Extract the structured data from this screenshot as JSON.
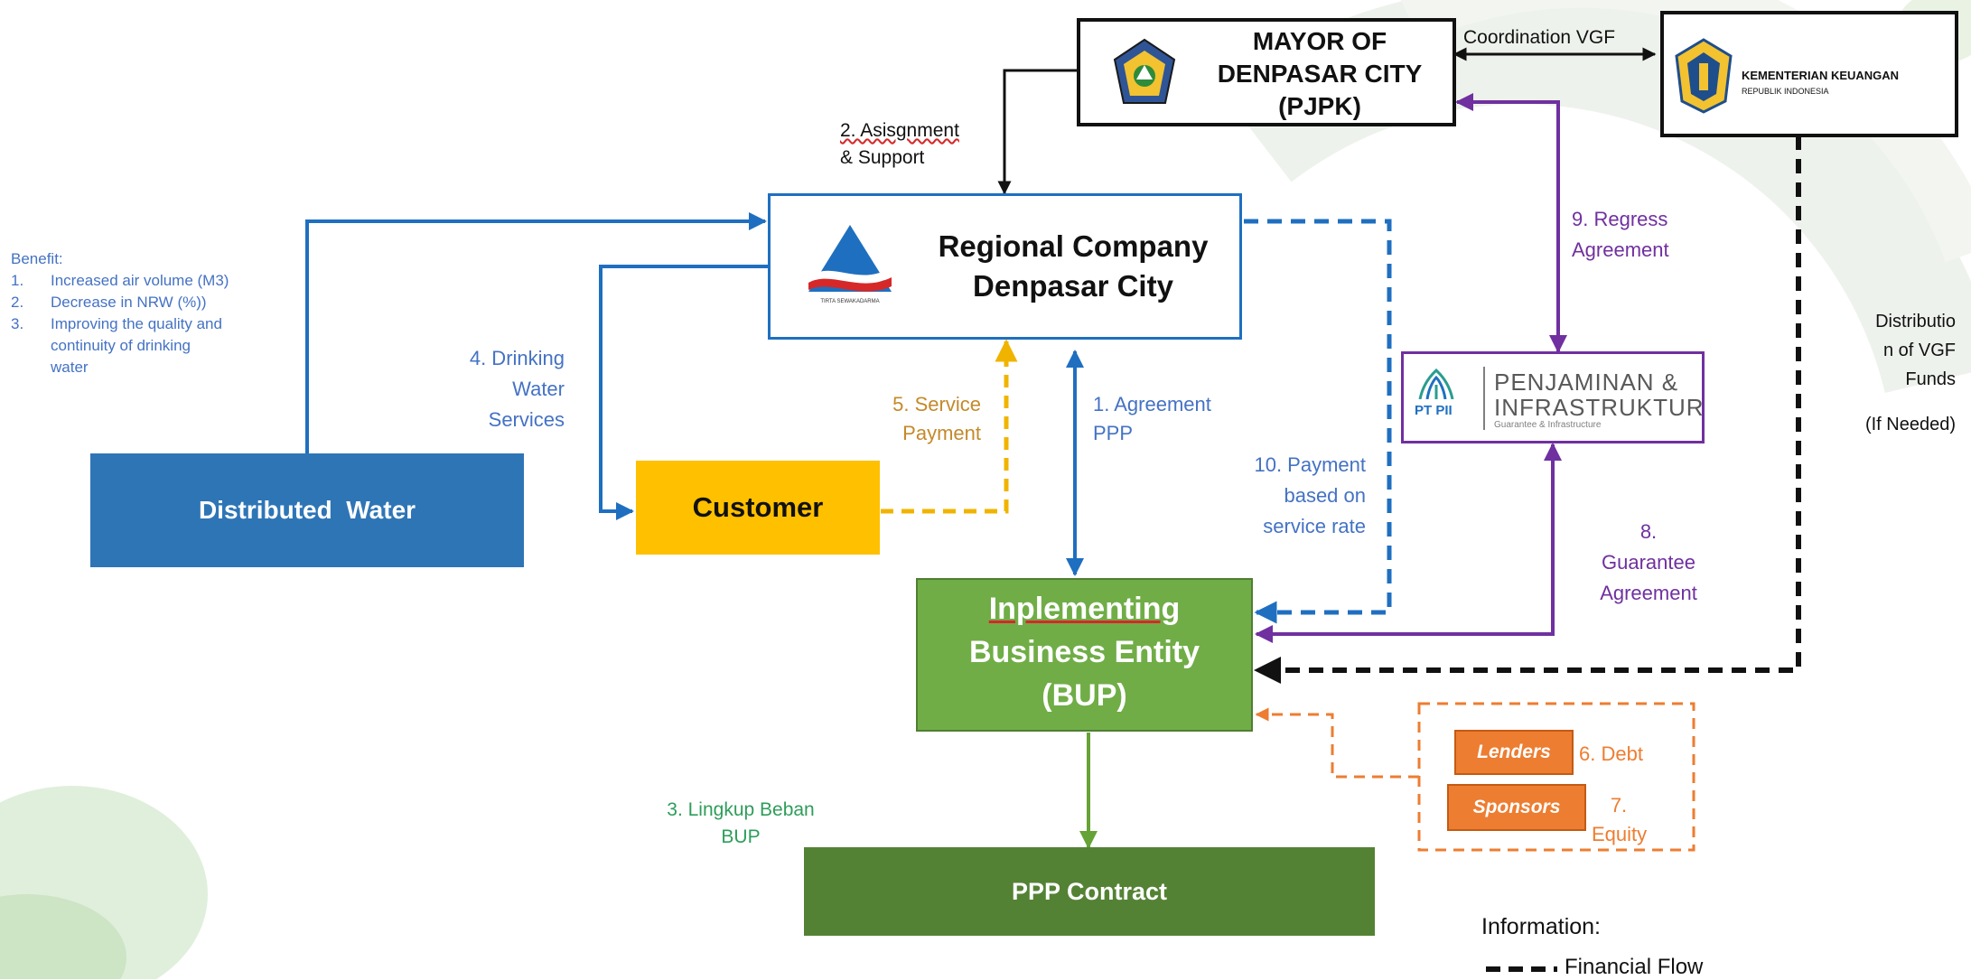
{
  "benefit": {
    "title": "Benefit:",
    "items": [
      {
        "num": "1.",
        "text": "Increased air volume (M3)"
      },
      {
        "num": "2.",
        "text": "Decrease in NRW (%))"
      },
      {
        "num": "3.",
        "text": "Improving the quality and"
      },
      {
        "num": "",
        "text": "continuity of drinking"
      },
      {
        "num": "",
        "text": "water"
      }
    ]
  },
  "nodes": {
    "mayor": {
      "line1": "MAYOR OF",
      "line2": "DENPASAR CITY",
      "line3": "(PJPK)"
    },
    "kemenkeu": {
      "line1": "KEMENTERIAN KEUANGAN",
      "line2": "REPUBLIK INDONESIA"
    },
    "regional": {
      "line1": "Regional Company",
      "line2": "Denpasar City",
      "logo_caption": "TIRTA SEWAKADARMA"
    },
    "distributed": {
      "label": "Distributed  Water"
    },
    "customer": {
      "label": "Customer"
    },
    "bup": {
      "line1": "Inplementing",
      "line2": "Business Entity",
      "line3": "(BUP)"
    },
    "ptpii": {
      "line1": "PENJAMINAN &",
      "line2": "INFRASTRUKTUR",
      "line3": "Guarantee & Infrastructure",
      "logo_text": "PT PII"
    },
    "lenders": {
      "label": "Lenders"
    },
    "sponsors": {
      "label": "Sponsors"
    },
    "ppp": {
      "label": "PPP Contract"
    }
  },
  "edges": {
    "coordination": "Coordination VGF",
    "assignment": {
      "line1": "2. Asisgnment",
      "line2": "& Support"
    },
    "regress": {
      "line1": "9. Regress",
      "line2": "Agreement"
    },
    "distribution": {
      "line1": "Distributio",
      "line2": "n of VGF",
      "line3": "Funds",
      "line4": "(If Needed)"
    },
    "drinking": {
      "line1": "4. Drinking",
      "line2": "Water",
      "line3": "Services"
    },
    "service_payment": {
      "line1": "5. Service",
      "line2": "Payment"
    },
    "agreement": {
      "line1": "1. Agreement",
      "line2": "PPP"
    },
    "payment_rate": {
      "line1": "10. Payment",
      "line2": "based on",
      "line3": "service rate"
    },
    "guarantee": {
      "line1": "8.",
      "line2": "Guarantee",
      "line3": "Agreement"
    },
    "debt": "6. Debt",
    "equity": {
      "line1": "7.",
      "line2": "Equity"
    },
    "lingkup": {
      "line1": "3. Lingkup Beban",
      "line2": "BUP"
    }
  },
  "legend": {
    "title": "Information:",
    "financial": "Financial Flow"
  },
  "colors": {
    "blue": "#1f6fc0",
    "purple": "#7030a0",
    "black": "#111111",
    "orange": "#ed7d31",
    "yellow": "#f0b400",
    "green": "#66a336",
    "green_dark": "#548235",
    "benefit_text": "#4472c4",
    "label_blue": "#4472c4",
    "label_orange": "#c5892a",
    "label_purple": "#7030a0",
    "label_green": "#2e9d5a"
  }
}
